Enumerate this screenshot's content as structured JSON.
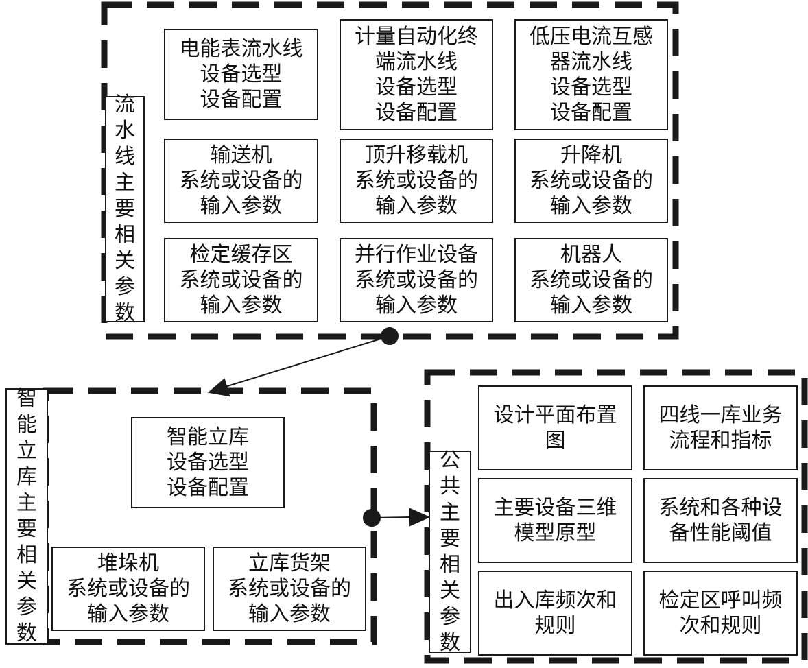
{
  "groups": {
    "pipeline": {
      "label": [
        "流",
        "水",
        "线",
        "主",
        "要",
        "相",
        "关",
        "参",
        "数"
      ],
      "boxes": [
        [
          "电能表流水线",
          "设备选型",
          "设备配置"
        ],
        [
          "计量自动化终",
          "端流水线",
          "设备选型",
          "设备配置"
        ],
        [
          "低压电流互感",
          "器流水线",
          "设备选型",
          "设备配置"
        ],
        [
          "输送机",
          "系统或设备的",
          "输入参数"
        ],
        [
          "顶升移载机",
          "系统或设备的",
          "输入参数"
        ],
        [
          "升降机",
          "系统或设备的",
          "输入参数"
        ],
        [
          "检定缓存区",
          "系统或设备的",
          "输入参数"
        ],
        [
          "并行作业设备",
          "系统或设备的",
          "输入参数"
        ],
        [
          "机器人",
          "系统或设备的",
          "输入参数"
        ]
      ]
    },
    "warehouse": {
      "label": [
        "智",
        "能",
        "立",
        "库",
        "主",
        "要",
        "相",
        "关",
        "参",
        "数"
      ],
      "boxes": [
        [
          "智能立库",
          "设备选型",
          "设备配置"
        ],
        [
          "堆垛机",
          "系统或设备的",
          "输入参数"
        ],
        [
          "立库货架",
          "系统或设备的",
          "输入参数"
        ]
      ]
    },
    "common": {
      "label": [
        "公",
        "共",
        "主",
        "要",
        "相",
        "关",
        "参",
        "数"
      ],
      "boxes": [
        [
          "设计平面布置",
          "图"
        ],
        [
          "四线一库业务",
          "流程和指标"
        ],
        [
          "主要设备三维",
          "模型原型"
        ],
        [
          "系统和各种设",
          "备性能阈值"
        ],
        [
          "出入库频次和",
          "规则"
        ],
        [
          "检定区呼叫频",
          "次和规则"
        ]
      ]
    }
  },
  "colors": {
    "line": "#1a1a1a",
    "background": "#ffffff"
  }
}
